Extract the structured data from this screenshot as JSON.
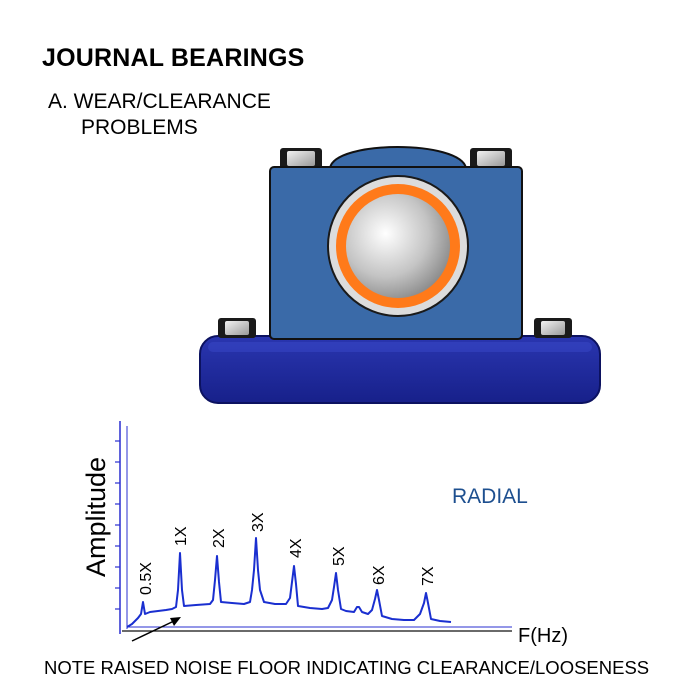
{
  "header": {
    "title": "JOURNAL BEARINGS",
    "subtitle_line1": "A. WEAR/CLEARANCE",
    "subtitle_line2": "PROBLEMS"
  },
  "chart": {
    "ylabel": "Amplitude",
    "xlabel": "F(Hz)",
    "direction_label": "RADIAL",
    "peak_labels": [
      "0.5X",
      "1X",
      "2X",
      "3X",
      "4X",
      "5X",
      "6X",
      "7X"
    ]
  },
  "note": "NOTE RAISED NOISE FLOOR INDICATING CLEARANCE/LOOSENESS",
  "colors": {
    "housing_blue": "#3a6aa8",
    "base_blue": "#1f2a9a",
    "bearing_orange": "#ff7a1a",
    "spectrum_blue": "#1a2fd0",
    "radial_text": "#1d4f8f"
  }
}
